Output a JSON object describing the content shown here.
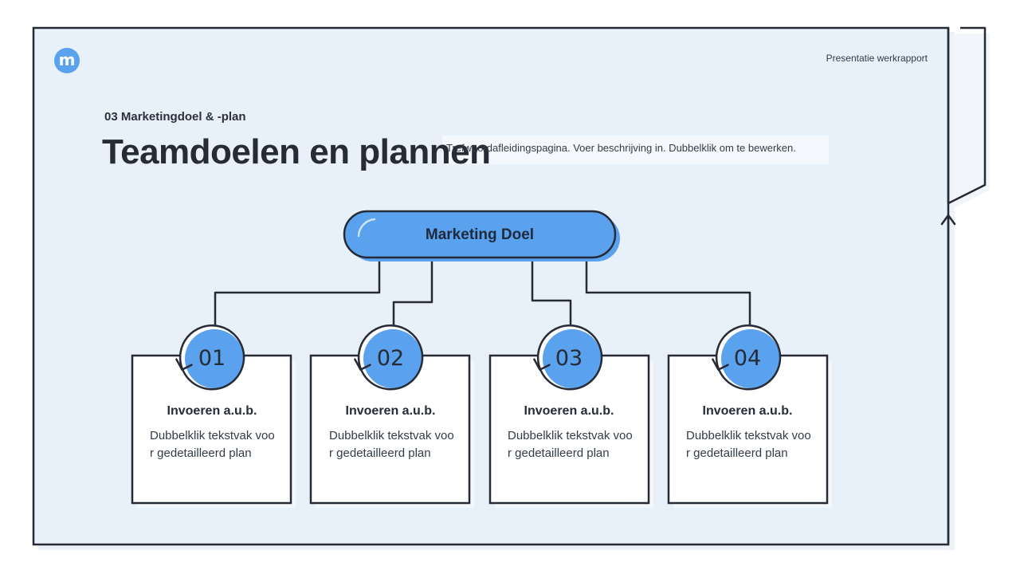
{
  "header": {
    "logo_letter": "m",
    "report_label": "Presentatie werkrapport"
  },
  "section_label": "03 Marketingdoel & -plan",
  "title": "Teamdoelen en plannen",
  "description": "Trefwoordafleidingspagina. Voer beschrijving in. Dubbelklik om te bewerken.",
  "goal": {
    "label": "Marketing Doel"
  },
  "cards": [
    {
      "number": "01",
      "title": "Invoeren a.u.b.",
      "body": "Dubbelklik tekstvak voor gedetailleerd plan"
    },
    {
      "number": "02",
      "title": "Invoeren a.u.b.",
      "body": "Dubbelklik tekstvak voor gedetailleerd plan"
    },
    {
      "number": "03",
      "title": "Invoeren a.u.b.",
      "body": "Dubbelklik tekstvak voor gedetailleerd plan"
    },
    {
      "number": "04",
      "title": "Invoeren a.u.b.",
      "body": "Dubbelklik tekstvak voor gedetailleerd plan"
    }
  ],
  "colors": {
    "panel": "#e8f0fa",
    "accent": "#5aa1ee",
    "outline": "#262b35",
    "card": "#ffffff"
  }
}
